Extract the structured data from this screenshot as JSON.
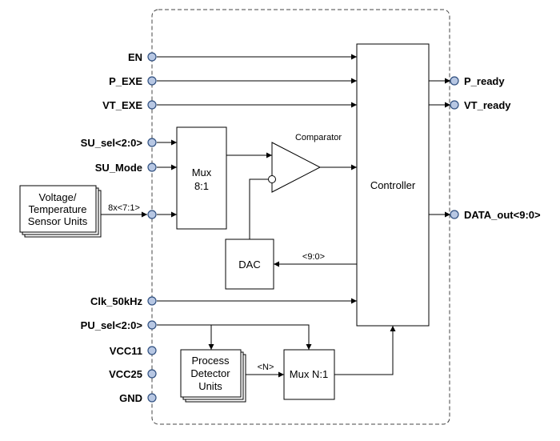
{
  "inputs": {
    "en": "EN",
    "p_exe": "P_EXE",
    "vt_exe": "VT_EXE",
    "su_sel": "SU_sel<2:0>",
    "su_mode": "SU_Mode",
    "clk": "Clk_50kHz",
    "pu_sel": "PU_sel<2:0>",
    "vcc11": "VCC11",
    "vcc25": "VCC25",
    "gnd": "GND"
  },
  "outputs": {
    "p_ready": "P_ready",
    "vt_ready": "VT_ready",
    "data_out": "DATA_out<9:0>"
  },
  "blocks": {
    "sensor_line1": "Voltage/",
    "sensor_line2": "Temperature",
    "sensor_line3": "Sensor Units",
    "sensor_bus": "8x<7:1>",
    "mux8_line1": "Mux",
    "mux8_line2": "8:1",
    "comparator": "Comparator",
    "controller": "Controller",
    "dac": "DAC",
    "dac_bus": "<9:0>",
    "process_line1": "Process",
    "process_line2": "Detector",
    "process_line3": "Units",
    "process_bus": "<N>",
    "muxn": "Mux N:1"
  }
}
